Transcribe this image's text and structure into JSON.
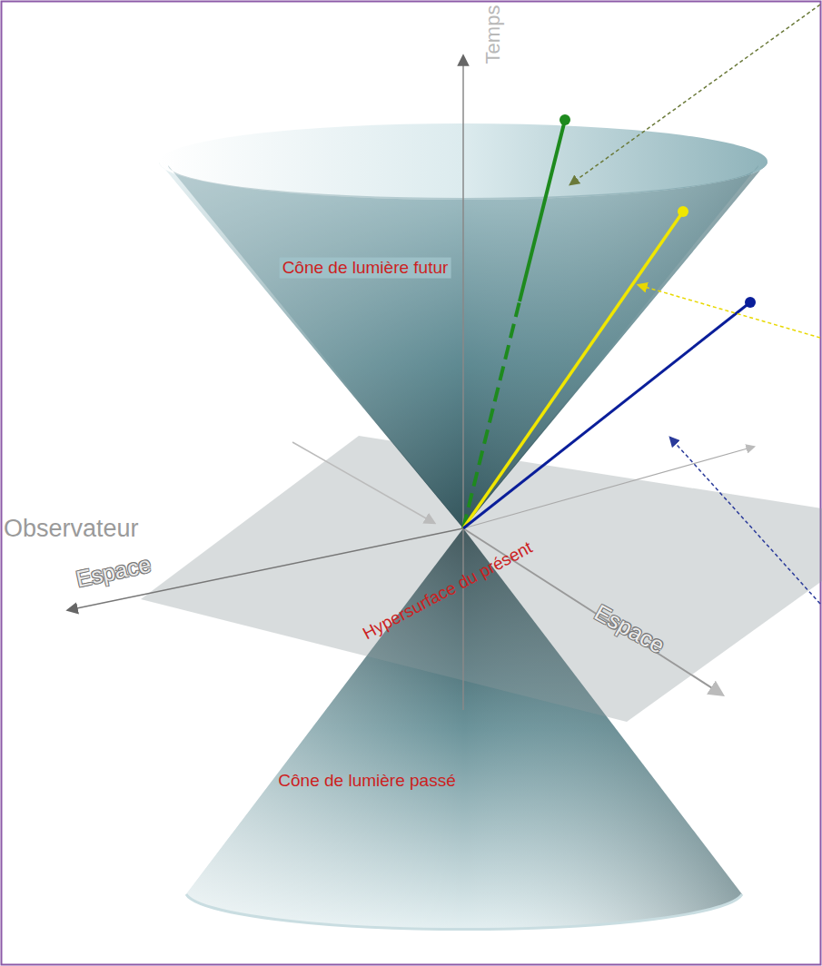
{
  "diagram": {
    "labels": [
      "Temps",
      "Cône de lumière futur",
      "Observateur",
      "Espace",
      "Hypersurface du présent",
      "Espace",
      "Cône de lumière passé"
    ]
  }
}
